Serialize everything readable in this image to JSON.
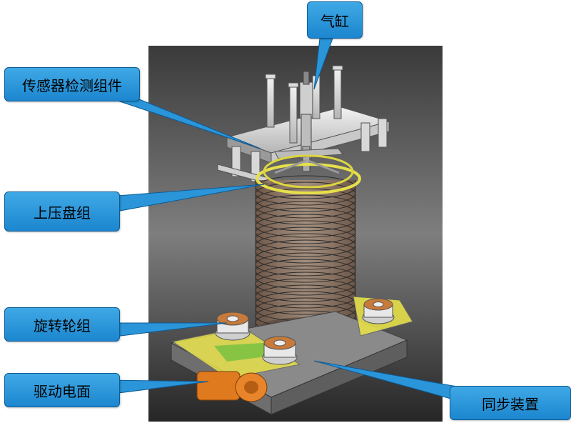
{
  "labels": {
    "cylinder": "气缸",
    "sensor": "传感器检测组件",
    "upper_plate": "上压盘组",
    "rotary_wheel": "旋转轮组",
    "drive_motor": "驱动电面",
    "sync_device": "同步装置"
  },
  "colors": {
    "callout_fill": "#2a96d9",
    "callout_border": "#0e5a94",
    "render_bg": "#2b2b2b",
    "yellow_part": "#e6e04a",
    "orange_part": "#e07a1e",
    "green_part": "#7ac142"
  }
}
